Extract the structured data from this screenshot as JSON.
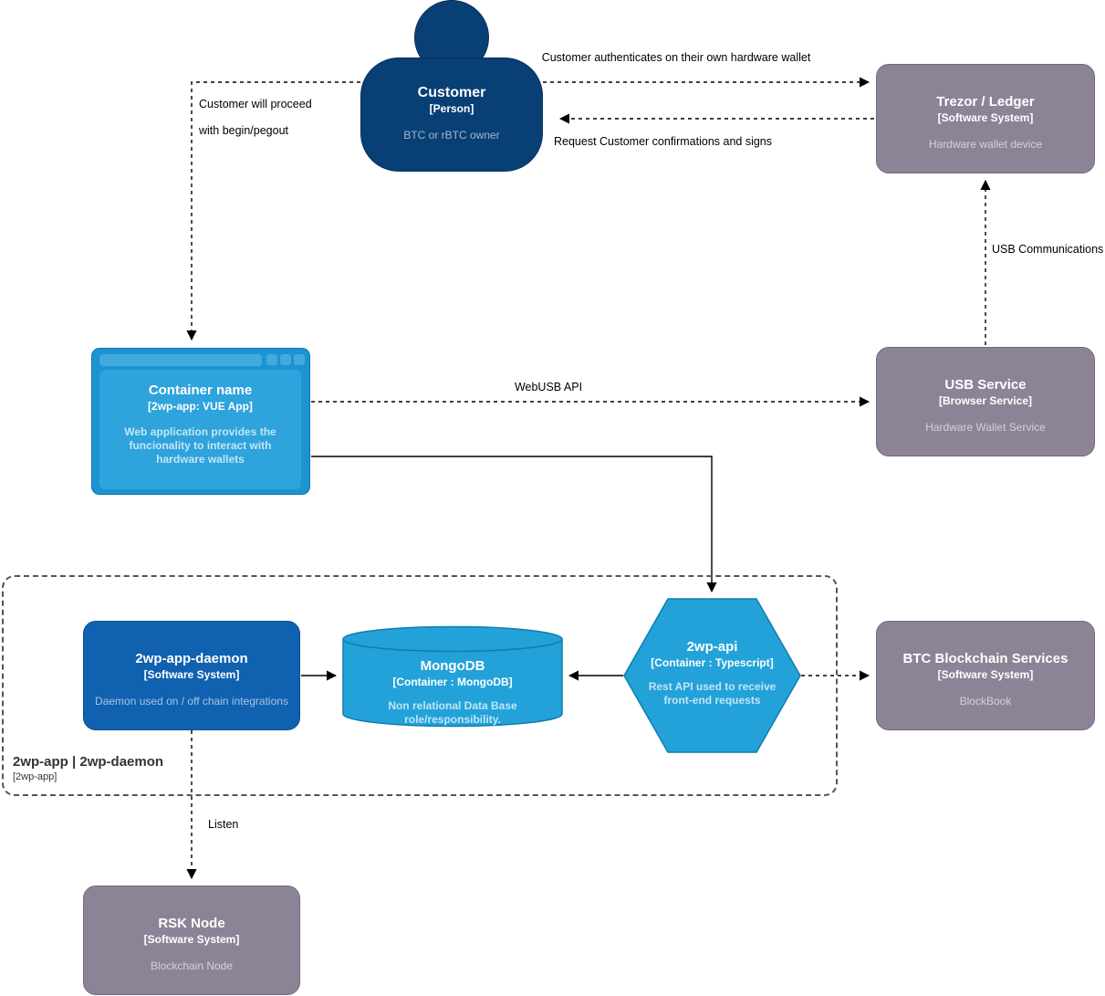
{
  "nodes": {
    "customer": {
      "title": "Customer",
      "type": "[Person]",
      "desc": "BTC or rBTC owner"
    },
    "trezor": {
      "title": "Trezor / Ledger",
      "type": "[Software System]",
      "desc": "Hardware wallet device"
    },
    "webapp": {
      "title": "Container name",
      "type": "[2wp-app: VUE App]",
      "desc": "Web application provides the funcionality to interact with hardware wallets"
    },
    "usb_service": {
      "title": "USB Service",
      "type": "[Browser Service]",
      "desc": "Hardware Wallet Service"
    },
    "daemon": {
      "title": "2wp-app-daemon",
      "type": "[Software System]",
      "desc": "Daemon used on / off chain integrations"
    },
    "mongodb": {
      "title": "MongoDB",
      "type": "[Container : MongoDB]",
      "desc": "Non relational Data Base role/responsibility."
    },
    "api": {
      "title": "2wp-api",
      "type": "[Container : Typescript]",
      "desc": "Rest API used to receive front-end requests"
    },
    "btc": {
      "title": "BTC Blockchain Services",
      "type": "[Software System]",
      "desc": "BlockBook"
    },
    "rsk": {
      "title": "RSK Node",
      "type": "[Software System]",
      "desc": "Blockchain Node"
    }
  },
  "boundary": {
    "title": "2wp-app | 2wp-daemon",
    "subtitle": "[2wp-app]"
  },
  "edges": {
    "auth": "Customer authenticates on their own hardware wallet",
    "confirm": "Request Customer confirmations and signs",
    "proceed_line1": "Customer will proceed",
    "proceed_line2": "with begin/pegout",
    "webusb": "WebUSB API",
    "usb_comm": "USB Communications",
    "listen": "Listen"
  },
  "colors": {
    "person_fill": "#083F75",
    "person_stroke": "#06315C",
    "external_fill": "#8C8496",
    "external_stroke": "#736782",
    "container_fill": "#23A2D9",
    "container_stroke": "#0E7DAD",
    "system_fill": "#1061B0",
    "system_stroke": "#0D5091",
    "browser_frame": "#1E93D2",
    "browser_panel": "#2EA3DC",
    "boundary_border": "#545454",
    "edge_line": "#000000"
  }
}
